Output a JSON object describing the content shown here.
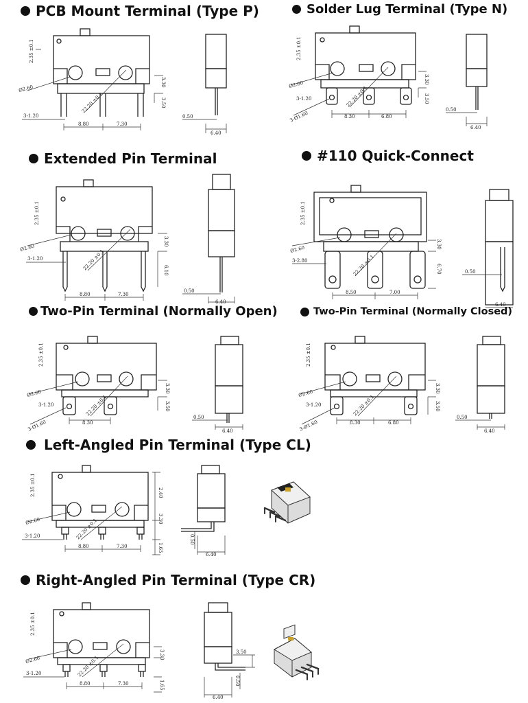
{
  "sections": [
    {
      "id": "pcb-mount",
      "title": "PCB Mount Terminal (Type P)",
      "dims": {
        "top_label": "2.35 ±0.1",
        "hole_label": "Ø2.60",
        "tol_label": "22.20 ±0.1",
        "height_right": "3.30",
        "pin_len": "3.50",
        "pin_width": "3-1.20",
        "pitch1": "8.80",
        "pitch2": "7.30",
        "side_pin": "0.50",
        "side_w": "6.40"
      }
    },
    {
      "id": "solder-lug",
      "title": "Solder Lug Terminal (Type N)",
      "dims": {
        "top_label": "2.35 ±0.1",
        "hole_label": "Ø2.60",
        "tol_label": "22.20 ±0.1",
        "height_right": "3.30",
        "pin_len": "3.50",
        "pin_width": "3-1.20",
        "lug_hole": "3-Ø1.60",
        "pitch1": "8.30",
        "pitch2": "6.80",
        "side_pin": "0.50",
        "side_w": "6.40"
      }
    },
    {
      "id": "extended-pin",
      "title": "Extended Pin Terminal",
      "dims": {
        "top_label": "2.35 ±0.1",
        "hole_label": "Ø2.60",
        "tol_label": "22.20 ±0.1",
        "height_right": "3.30",
        "pin_len": "6.10",
        "pin_width": "3-1.20",
        "pitch1": "8.80",
        "pitch2": "7.30",
        "side_pin": "0.50",
        "side_w": "6.40"
      }
    },
    {
      "id": "quick-connect",
      "title": "#110 Quick-Connect",
      "dims": {
        "top_label": "2.35 ±0.1",
        "hole_label": "Ø2.60",
        "tol_label": "22.20 ±0.1",
        "height_right": "3.30",
        "pin_len": "6.70",
        "pin_width": "3-2.80",
        "pitch1": "8.50",
        "pitch2": "7.00",
        "side_pin": "0.50",
        "side_w": "6.40"
      }
    },
    {
      "id": "two-pin-no",
      "title": "Two-Pin Terminal (Normally Open)",
      "dims": {
        "top_label": "2.35 ±0.1",
        "hole_label": "Ø2.60",
        "tol_label": "22.20 ±0.1",
        "height_right": "3.30",
        "pin_len": "3.50",
        "pin_width": "3-1.20",
        "lug_hole": "3-Ø1.60",
        "pitch1": "8.30",
        "side_pin": "0.50",
        "side_w": "6.40"
      }
    },
    {
      "id": "two-pin-nc",
      "title": "Two-Pin Terminal (Normally Closed)",
      "dims": {
        "top_label": "2.35 ±0.1",
        "hole_label": "Ø2.60",
        "tol_label": "22.20 ±0.1",
        "height_right": "3.30",
        "pin_len": "3.50",
        "pin_width": "3-1.20",
        "lug_hole": "3-Ø1.60",
        "pitch1": "8.30",
        "pitch2": "6.80",
        "side_pin": "0.50",
        "side_w": "6.40"
      }
    },
    {
      "id": "left-angled",
      "title": "Left-Angled Pin Terminal (Type CL)",
      "dims": {
        "top_label": "2.35 ±0.1",
        "hole_label": "Ø2.60",
        "tol_label": "22.20 ±0.1",
        "height_right": "3.30",
        "body_h": "2.40",
        "pin_len": "1.65",
        "pin_width": "3-1.20",
        "pitch1": "8.80",
        "pitch2": "7.30",
        "side_pin": "0.50",
        "side_w": "6.40"
      }
    },
    {
      "id": "right-angled",
      "title": "Right-Angled Pin Terminal (Type CR)",
      "dims": {
        "top_label": "2.35 ±0.1",
        "hole_label": "Ø2.60",
        "tol_label": "22.20 ±0.1",
        "height_right": "3.30",
        "pin_len": "1.65",
        "pin_width": "3-1.20",
        "pitch1": "8.80",
        "pitch2": "7.30",
        "side_pin": "3.50",
        "side_pin2": "0.50",
        "side_w": "6.40"
      }
    }
  ]
}
